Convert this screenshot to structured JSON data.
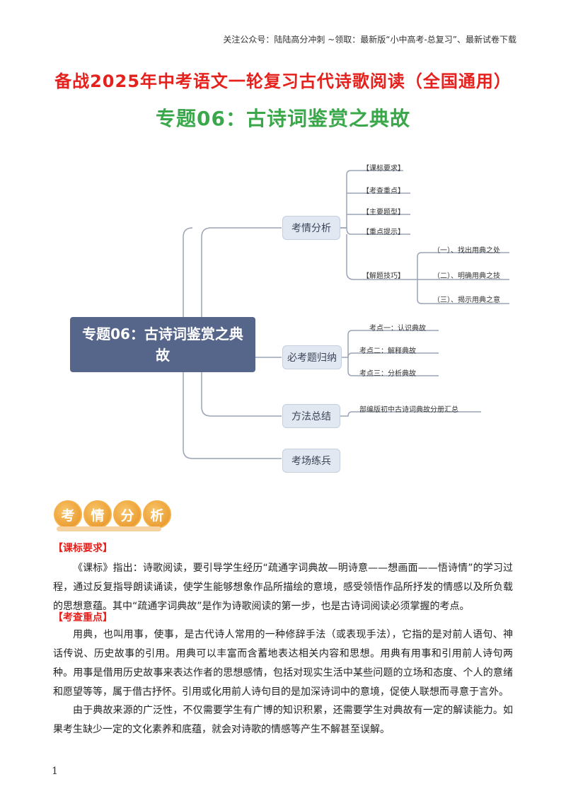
{
  "header_note": "关注公众号：陆陆高分冲刺 ~领取：最新版“小中高考-总复习”、最新试卷下载",
  "main_title": "备战2025年中考语文一轮复习古代诗歌阅读（全国通用）",
  "sub_title": "专题06：古诗词鉴赏之典故",
  "mindmap": {
    "central": "专题06：古诗词鉴赏之典故",
    "branches": [
      {
        "label": "考情分析",
        "children": [
          "【课标要求】",
          "【考查重点】",
          "【主要题型】",
          "【重点提示】",
          "【解题技巧】"
        ],
        "sub_children": [
          "（一）、找出用典之处",
          "（二）、明确用典之技",
          "（三）、揭示用典之意"
        ]
      },
      {
        "label": "必考题归纳",
        "children": [
          "考点一：认识典故",
          "考点二：解释典故",
          "考点三：分析典故"
        ]
      },
      {
        "label": "方法总结",
        "children": [
          "部编版初中古诗词典故分册汇总"
        ]
      },
      {
        "label": "考场练兵",
        "children": []
      }
    ]
  },
  "badge_chars": [
    "考",
    "情",
    "分",
    "析"
  ],
  "sections": [
    {
      "heading": "【课标要求】",
      "paragraphs": [
        "《课标》指出：诗歌阅读，要引导学生经历“疏通字词典故—明诗意——想画面——悟诗情”的学习过程，通过反复指导朗读诵读，使学生能够想象作品所描绘的意境，感受领悟作品所抒发的情感以及所负载的思想意蕴。其中“疏通字词典故”是作为诗歌阅读的第一步，也是古诗词阅读必须掌握的考点。"
      ]
    },
    {
      "heading": "【考查重点】",
      "paragraphs": [
        "用典，也叫用事，使事，是古代诗人常用的一种修辞手法（或表现手法），它指的是对前人语句、神话传说、历史故事的引用。用典可以丰富而含蓄地表达相关内容和思想。用典有用事和引用前人诗句两种。用事是借用历史故事来表达作者的思想感情，包括对现实生活中某些问题的立场和态度、个人的意绪和愿望等等，属于借古抒怀。引用或化用前人诗句目的是加深诗词中的意境，促使人联想而寻意于言外。",
        "由于典故来源的广泛性，不仅需要学生有广博的知识积累，还需要学生对典故有一定的解读能力。如果考生缺少一定的文化素养和底蕴，就会对诗歌的情感等产生不解甚至误解。"
      ]
    }
  ],
  "page_number": "1"
}
